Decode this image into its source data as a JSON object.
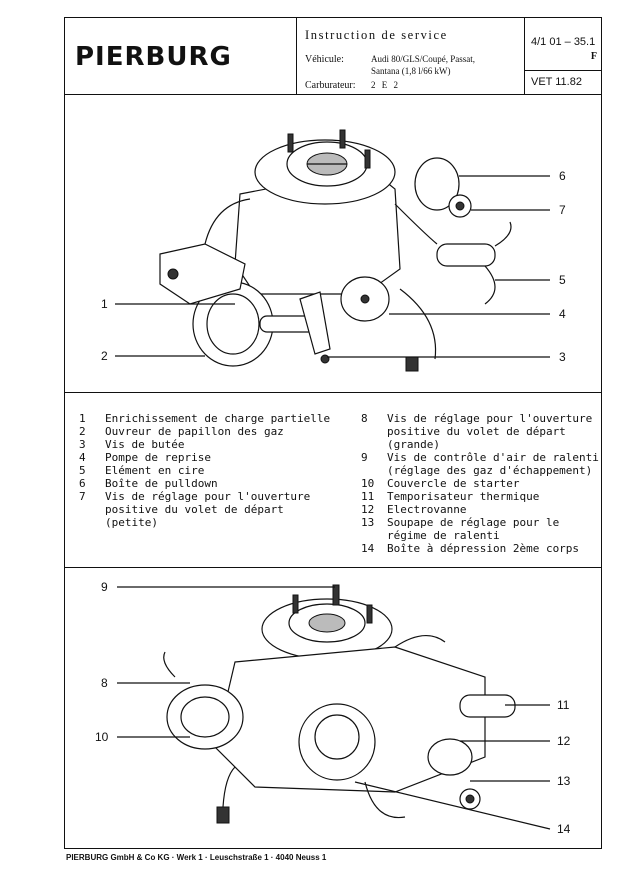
{
  "header": {
    "logo_text": "PIERBURG",
    "doc_title": "Instruction de service",
    "vehicle_label": "Véhicule:",
    "vehicle_line1": "Audi 80/GLS/Coupé, Passat,",
    "vehicle_line2": "Santana (1,8 l/66 kW)",
    "carburetor_label": "Carburateur:",
    "carburetor_value": "2 E 2",
    "doc_number": "4/1 01 – 35.1",
    "language": "F",
    "vet_code": "VET 11.82"
  },
  "figure1": {
    "callouts": [
      "1",
      "2",
      "3",
      "4",
      "5",
      "6",
      "7"
    ]
  },
  "legend": {
    "left": [
      {
        "num": "1",
        "lines": [
          "Enrichissement de charge partielle"
        ]
      },
      {
        "num": "2",
        "lines": [
          "Ouvreur de papillon des gaz"
        ]
      },
      {
        "num": "3",
        "lines": [
          "Vis de butée"
        ]
      },
      {
        "num": "4",
        "lines": [
          "Pompe de reprise"
        ]
      },
      {
        "num": "5",
        "lines": [
          "Elément en cire"
        ]
      },
      {
        "num": "6",
        "lines": [
          "Boîte de pulldown"
        ]
      },
      {
        "num": "7",
        "lines": [
          "Vis de réglage pour l'ouverture",
          "positive du volet de départ",
          "(petite)"
        ]
      }
    ],
    "right": [
      {
        "num": "8",
        "lines": [
          "Vis de réglage pour l'ouverture",
          "positive du volet de départ",
          "(grande)"
        ]
      },
      {
        "num": "9",
        "lines": [
          "Vis de contrôle d'air de ralenti",
          "(réglage des gaz d'échappement)"
        ]
      },
      {
        "num": "10",
        "lines": [
          "Couvercle de starter"
        ]
      },
      {
        "num": "11",
        "lines": [
          "Temporisateur thermique"
        ]
      },
      {
        "num": "12",
        "lines": [
          "Electrovanne"
        ]
      },
      {
        "num": "13",
        "lines": [
          "Soupape de réglage pour le",
          "régime de ralenti"
        ]
      },
      {
        "num": "14",
        "lines": [
          "Boîte à dépression 2ème corps"
        ]
      }
    ]
  },
  "figure2": {
    "callouts": [
      "9",
      "8",
      "10",
      "11",
      "12",
      "13",
      "14"
    ]
  },
  "footer": {
    "text": "PIERBURG  GmbH & Co KG · Werk 1 · Leuschstraße 1 · 4040 Neuss 1"
  }
}
